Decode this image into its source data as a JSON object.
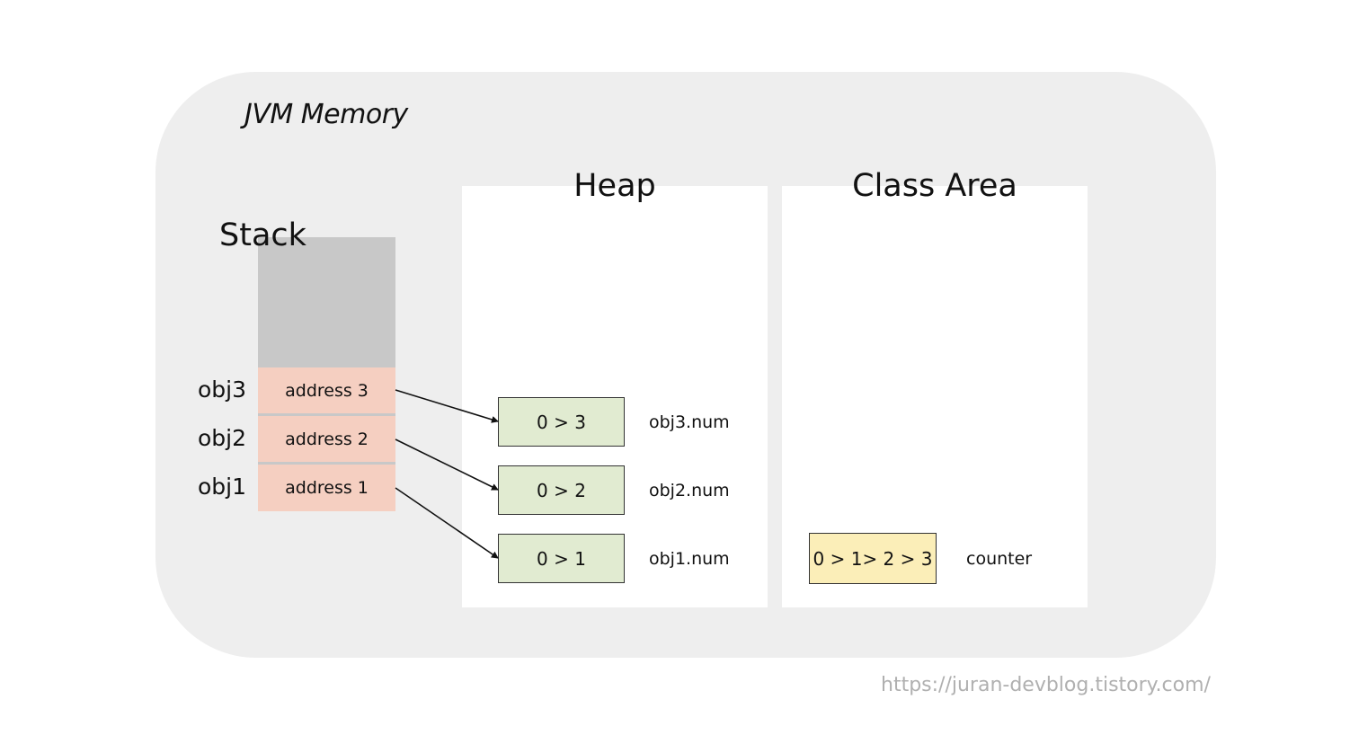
{
  "memory": {
    "title": "JVM Memory",
    "sections": {
      "stack": "Stack",
      "heap": "Heap",
      "class_area": "Class Area"
    }
  },
  "stack": {
    "frames": [
      {
        "var": "obj3",
        "value": "address 3"
      },
      {
        "var": "obj2",
        "value": "address 2"
      },
      {
        "var": "obj1",
        "value": "address 1"
      }
    ]
  },
  "heap": {
    "objects": [
      {
        "value": "0 > 3",
        "label": "obj3.num"
      },
      {
        "value": "0 > 2",
        "label": "obj2.num"
      },
      {
        "value": "0 > 1",
        "label": "obj1.num"
      }
    ]
  },
  "class_area": {
    "static": {
      "value": "0 > 1> 2 > 3",
      "label": "counter"
    }
  },
  "watermark": "https://juran-devblog.tistory.com/",
  "colors": {
    "memory_background": "#eeeeee",
    "stack_empty": "#c8c8c8",
    "stack_frame": "#f5cfc1",
    "heap_object": "#e1ebd1",
    "static_variable": "#fbeeb8"
  }
}
